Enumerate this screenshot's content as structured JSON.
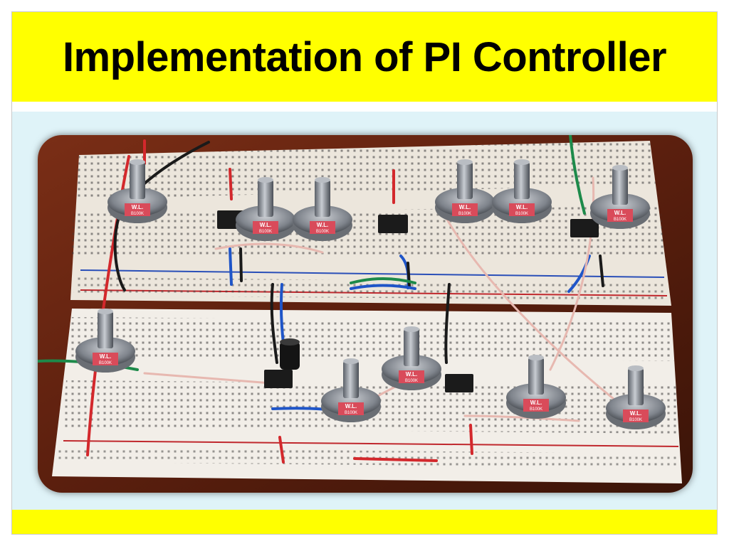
{
  "slide": {
    "title": "Implementation of PI Controller"
  },
  "photo": {
    "potentiometer_marking": "W.L.",
    "potentiometer_value": "B100K"
  },
  "colors": {
    "title_band": "#ffff00",
    "content_background": "#dff3f8",
    "bottom_band": "#ffff00",
    "title_text": "#000000"
  }
}
